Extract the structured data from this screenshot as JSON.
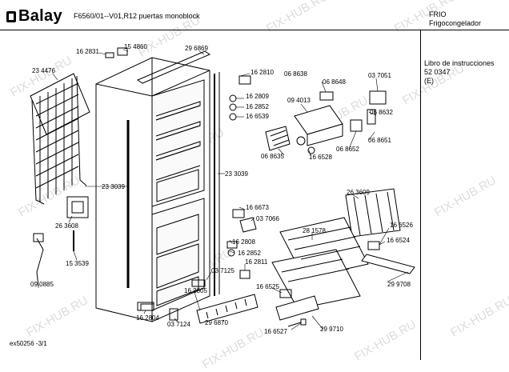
{
  "header": {
    "brand": "Balay",
    "model": "F6560/01--V01,R12 puertas monoblock",
    "category": "FRIO",
    "subcategory": "Frigocongelador"
  },
  "sidebar": {
    "manual_title": "Libro de instrucciones",
    "manual_number": "52 0347",
    "manual_lang": "(E)"
  },
  "footer": {
    "page_ref": "ex50256 -3/1"
  },
  "watermark": "FIX-HUB.RU",
  "parts": [
    {
      "id": "p1",
      "label": "16 2831"
    },
    {
      "id": "p2",
      "label": "15 4860"
    },
    {
      "id": "p3",
      "label": "29 6869"
    },
    {
      "id": "p4",
      "label": "23 4476"
    },
    {
      "id": "p5",
      "label": "16 2810"
    },
    {
      "id": "p6",
      "label": "16 2809"
    },
    {
      "id": "p7",
      "label": "16 2852"
    },
    {
      "id": "p8",
      "label": "16 6539"
    },
    {
      "id": "p9",
      "label": "06 8638"
    },
    {
      "id": "p10",
      "label": "06 8648"
    },
    {
      "id": "p11",
      "label": "03 7051"
    },
    {
      "id": "p12",
      "label": "09 4013"
    },
    {
      "id": "p13",
      "label": "06 8632"
    },
    {
      "id": "p14",
      "label": "06 8651"
    },
    {
      "id": "p15",
      "label": "06 8652"
    },
    {
      "id": "p16",
      "label": "06 8635"
    },
    {
      "id": "p17",
      "label": "16 6528"
    },
    {
      "id": "p18",
      "label": "23 3039"
    },
    {
      "id": "p19",
      "label": "23 3039"
    },
    {
      "id": "p20",
      "label": "26 3609"
    },
    {
      "id": "p21",
      "label": "16 6673"
    },
    {
      "id": "p22",
      "label": "03 7066"
    },
    {
      "id": "p23",
      "label": "26 3608"
    },
    {
      "id": "p24",
      "label": "16 6526"
    },
    {
      "id": "p25",
      "label": "16 6524"
    },
    {
      "id": "p26",
      "label": "28 1578"
    },
    {
      "id": "p27",
      "label": "16 2808"
    },
    {
      "id": "p28",
      "label": "16 2852"
    },
    {
      "id": "p29",
      "label": "15 3539"
    },
    {
      "id": "p30",
      "label": "16 2811"
    },
    {
      "id": "p31",
      "label": "03 7125"
    },
    {
      "id": "p32",
      "label": "09 0885"
    },
    {
      "id": "p33",
      "label": "16 6525"
    },
    {
      "id": "p34",
      "label": "29 9708"
    },
    {
      "id": "p35",
      "label": "16 2805"
    },
    {
      "id": "p36",
      "label": "16 2804"
    },
    {
      "id": "p37",
      "label": "03 7124"
    },
    {
      "id": "p38",
      "label": "29 6870"
    },
    {
      "id": "p39",
      "label": "29 9710"
    },
    {
      "id": "p40",
      "label": "16 6527"
    }
  ]
}
